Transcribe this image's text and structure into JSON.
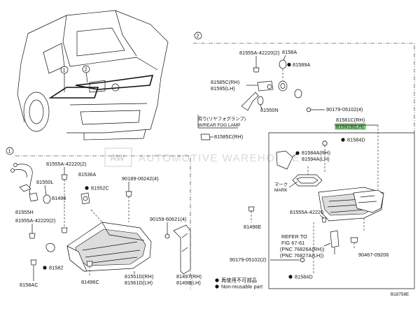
{
  "diagram": {
    "callouts": {
      "view1": "1",
      "view2": "2",
      "section1": "1",
      "section2": "2"
    },
    "watermark": "AUTOMOTIVE WAREHOUSE",
    "watermark_logo": "AW",
    "fog_lamp_note_jp": "有り(リヤフォグランプ)",
    "fog_lamp_note_en": "W/REAR FOG LAMP",
    "mark_jp": "マーク",
    "mark_en": "MARK",
    "refer": {
      "line1": "REFER TO",
      "line2": "FIG 67-61",
      "line3": "(PNC 76826A(RH))",
      "line4": "(PNC 76827A(LH))"
    },
    "legend": {
      "dot_label": "再使用不可部品",
      "dot_label_en": "Non-reusable part"
    },
    "drawing_no": "B18758E",
    "highlight_color": "#8ed88e",
    "parts": {
      "p81555A_right_top": "81555A-42220(2)",
      "p8158A": "8158A",
      "p81589A": "81589A",
      "p81585C_81595": "81585C(RH)",
      "p81595": "81595(LH)",
      "p81550N": "81550N",
      "p90179_05102_4": "90179-05102(4)",
      "p81581C": "81581C(RH)",
      "p81591B": "81591B(LH)",
      "p81584D_top": "81584D",
      "p81585C_fog": "81585C(RH)",
      "p81584A": "81584A(RH)",
      "p81594A": "81594A(LH)",
      "p81555A_right_mid": "81555A-42220",
      "p81496E": "81496E",
      "p90179_05102_2": "90179-05102(2)",
      "p90467_09206": "90467-09206",
      "p81584D_bottom": "81584D",
      "p81555A_left_top": "81555A-42220(2)",
      "p81550L": "81550L",
      "p81536A": "81536A",
      "p81552C": "81552C",
      "p90189_06242": "90189-06242(4)",
      "p81496": "81496",
      "p81555H": "81555H",
      "p81555A_left_mid": "81555A-42220(2)",
      "p90159_60621": "90159-60621(4)",
      "p81582": "81582",
      "p8158AC": "8158AC",
      "p81496C": "81496C",
      "p81551D": "81551D(RH)",
      "p81561D": "81561D(LH)",
      "p81497": "81497(RH)",
      "p81498": "81498(LH)"
    }
  }
}
